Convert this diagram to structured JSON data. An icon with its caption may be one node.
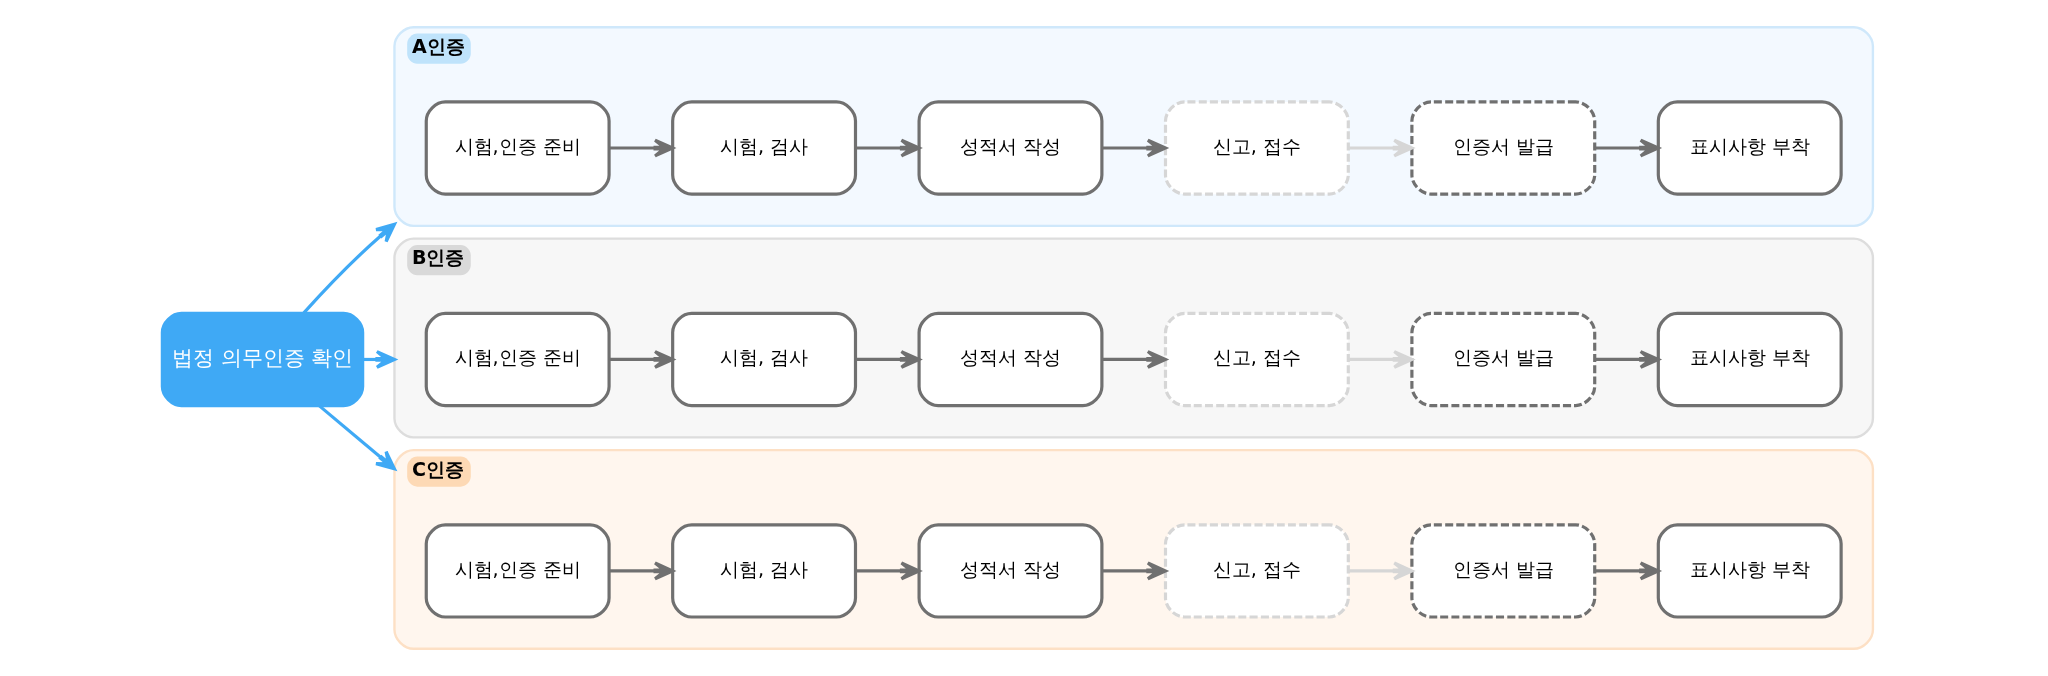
{
  "diagram": {
    "nodes": [
      {
        "text": [
          "법정 의무인증 확인"
        ]
      },
      {
        "text": [
          "A인증"
        ]
      },
      {
        "text": [
          "시험,인증 준비"
        ],
        "in": 1
      },
      {
        "text": [
          "시험, 검사"
        ],
        "in": 1
      },
      {
        "text": [
          "성적서 작성"
        ],
        "in": 1
      },
      {
        "text": [
          "신고, 접수"
        ],
        "in": 1
      },
      {
        "text": [
          "인증서 발급"
        ],
        "in": 1
      },
      {
        "text": [
          "표시사항 부착"
        ],
        "in": 1
      },
      {
        "text": [
          "B인증"
        ]
      },
      {
        "text": [
          "시험,인증 준비"
        ],
        "in": 8
      },
      {
        "text": [
          "시험, 검사"
        ],
        "in": 8
      },
      {
        "text": [
          "성적서 작성"
        ],
        "in": 8
      },
      {
        "text": [
          "신고, 접수"
        ],
        "in": 8
      },
      {
        "text": [
          "인증서 발급"
        ],
        "in": 8
      },
      {
        "text": [
          "표시사항 부착"
        ],
        "in": 8
      },
      {
        "text": [
          "C인증"
        ]
      },
      {
        "text": [
          "시험,인증 준비"
        ],
        "in": 15
      },
      {
        "text": [
          "시험, 검사"
        ],
        "in": 15
      },
      {
        "text": [
          "성적서 작성"
        ],
        "in": 15
      },
      {
        "text": [
          "신고, 접수"
        ],
        "in": 15
      },
      {
        "text": [
          "인증서 발급"
        ],
        "in": 15
      },
      {
        "text": [
          "표시사항 부착"
        ],
        "in": 15
      }
    ],
    "edges": [
      {
        "from": 0,
        "to": 1,
        "arrow": "to",
        "color": "#3fa9f5"
      },
      {
        "from": 0,
        "to": 8,
        "arrow": "to",
        "color": "#3fa9f5"
      },
      {
        "from": 0,
        "to": 15,
        "arrow": "to",
        "color": "#3fa9f5"
      },
      {
        "from": 2,
        "to": 3,
        "arrow": "to"
      },
      {
        "from": 3,
        "to": 4,
        "arrow": "to"
      },
      {
        "from": 4,
        "to": 5,
        "arrow": "to"
      },
      {
        "from": 5,
        "to": 6,
        "arrow": "to",
        "color": "#d6d6d6"
      },
      {
        "from": 6,
        "to": 7,
        "arrow": "to"
      },
      {
        "from": 9,
        "to": 10,
        "arrow": "to"
      },
      {
        "from": 10,
        "to": 11,
        "arrow": "to"
      },
      {
        "from": 11,
        "to": 12,
        "arrow": "to"
      },
      {
        "from": 12,
        "to": 13,
        "arrow": "to",
        "color": "#d6d6d6"
      },
      {
        "from": 13,
        "to": 14,
        "arrow": "to"
      },
      {
        "from": 16,
        "to": 17,
        "arrow": "to"
      },
      {
        "from": 17,
        "to": 18,
        "arrow": "to"
      },
      {
        "from": 18,
        "to": 19,
        "arrow": "to"
      },
      {
        "from": 19,
        "to": 20,
        "arrow": "to",
        "color": "#d6d6d6"
      },
      {
        "from": 20,
        "to": 21,
        "arrow": "to"
      }
    ]
  }
}
